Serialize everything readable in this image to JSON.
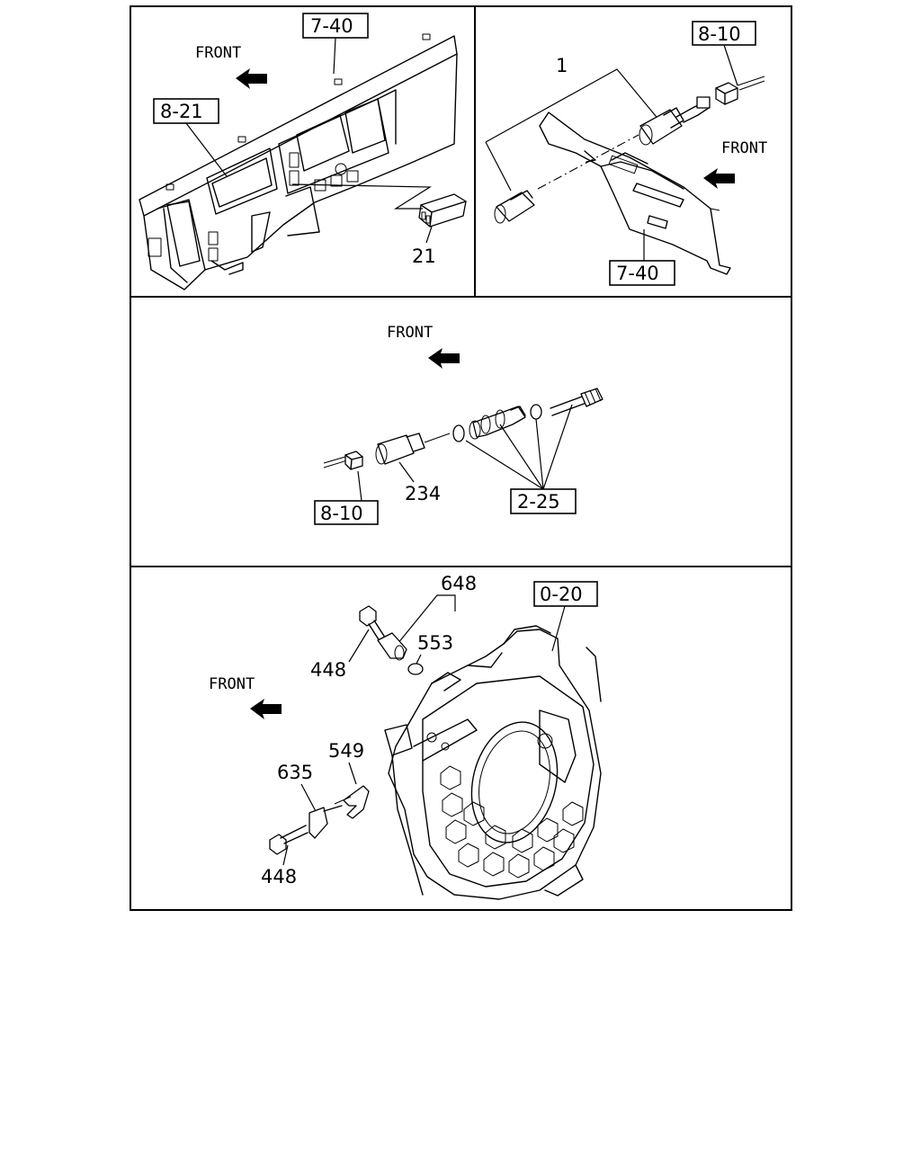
{
  "panels": {
    "top_left": {
      "front_label": "FRONT",
      "ref_boxes": [
        "7-40",
        "8-21"
      ],
      "part_numbers": [
        "21"
      ]
    },
    "top_right": {
      "front_label": "FRONT",
      "ref_boxes": [
        "8-10",
        "7-40"
      ],
      "part_numbers": [
        "1"
      ]
    },
    "middle": {
      "front_label": "FRONT",
      "ref_boxes": [
        "8-10",
        "2-25"
      ],
      "part_numbers": [
        "234"
      ]
    },
    "bottom": {
      "front_label": "FRONT",
      "ref_boxes": [
        "0-20"
      ],
      "part_numbers": [
        "648",
        "553",
        "448",
        "549",
        "635",
        "448"
      ]
    }
  }
}
